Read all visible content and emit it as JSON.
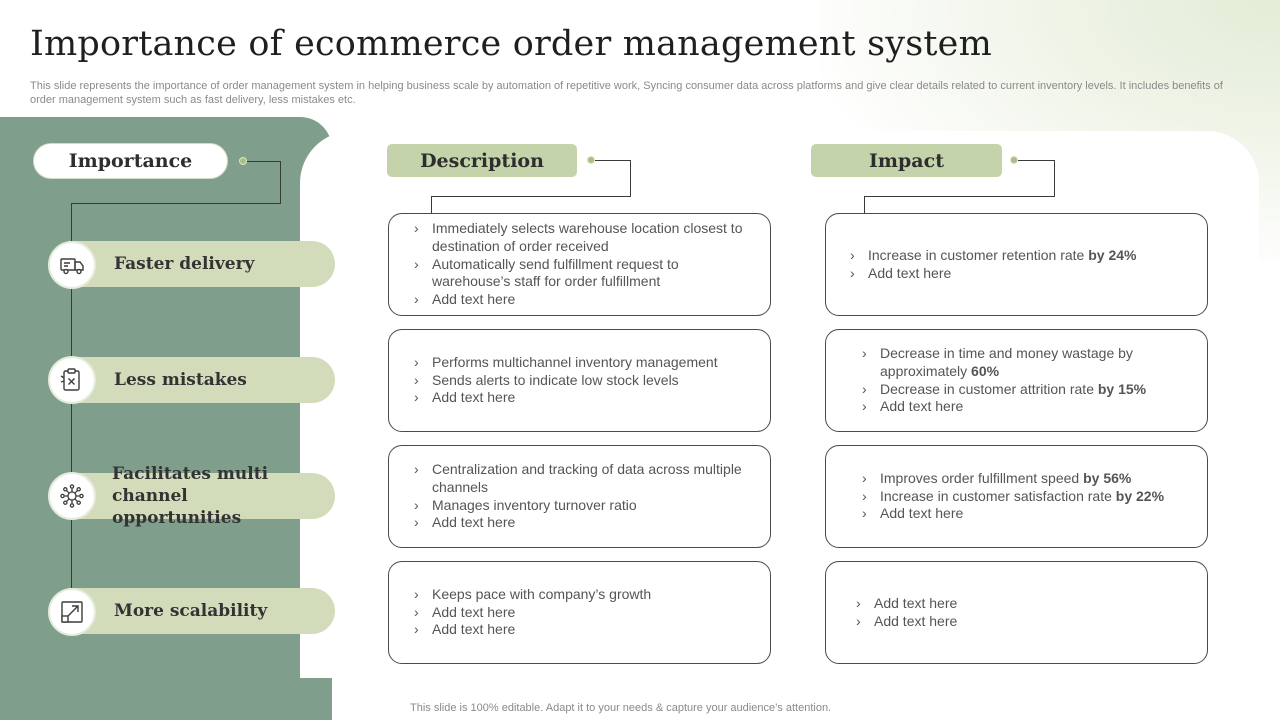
{
  "slide": {
    "title": "Importance of ecommerce order management system",
    "subtitle": "This slide represents the importance of order management system in helping business scale by automation of repetitive work, Syncing consumer data across platforms and give clear details related to current inventory levels. It includes benefits of order management system such as fast delivery, less mistakes etc.",
    "footer": "This slide is 100% editable. Adapt it to your needs & capture your audience’s attention."
  },
  "headers": {
    "importance": "Importance",
    "description": "Description",
    "impact": "Impact"
  },
  "colors": {
    "panel": "#7f9e8c",
    "accent_light": "#d2dcbb",
    "header_pill": "#c5d3ab",
    "dot": "#a9bf85"
  },
  "rows": [
    {
      "label": "Faster delivery",
      "icon": "delivery-truck-icon",
      "description": [
        "Immediately selects warehouse location closest to destination of order received",
        "Automatically send fulfillment request to warehouse’s staff for order fulfillment",
        "Add text here"
      ],
      "impact": [
        {
          "text": "Increase in customer retention rate ",
          "bold": "by 24%"
        },
        {
          "text": "Add text here",
          "bold": ""
        }
      ]
    },
    {
      "label": "Less mistakes",
      "icon": "clipboard-error-icon",
      "description": [
        "Performs multichannel inventory management",
        "Sends alerts to indicate low stock levels",
        "Add text here"
      ],
      "impact": [
        {
          "text": "Decrease in time and money wastage by approximately ",
          "bold": "60%"
        },
        {
          "text": "Decrease in customer attrition rate ",
          "bold": "by 15%"
        },
        {
          "text": "Add text here",
          "bold": ""
        }
      ]
    },
    {
      "label": "Facilitates multi channel opportunities",
      "icon": "network-hub-icon",
      "description": [
        "Centralization and tracking of data across multiple channels",
        "Manages inventory turnover ratio",
        "Add text here"
      ],
      "impact": [
        {
          "text": "Improves order fulfillment speed ",
          "bold": "by 56%"
        },
        {
          "text": "Increase in customer satisfaction rate ",
          "bold": "by 22%"
        },
        {
          "text": "Add text here",
          "bold": ""
        }
      ]
    },
    {
      "label": "More scalability",
      "icon": "scale-up-icon",
      "description": [
        "Keeps pace with company’s growth",
        "Add text here",
        "Add text here"
      ],
      "impact": [
        {
          "text": "Add text here",
          "bold": ""
        },
        {
          "text": "Add text here",
          "bold": ""
        }
      ]
    }
  ]
}
